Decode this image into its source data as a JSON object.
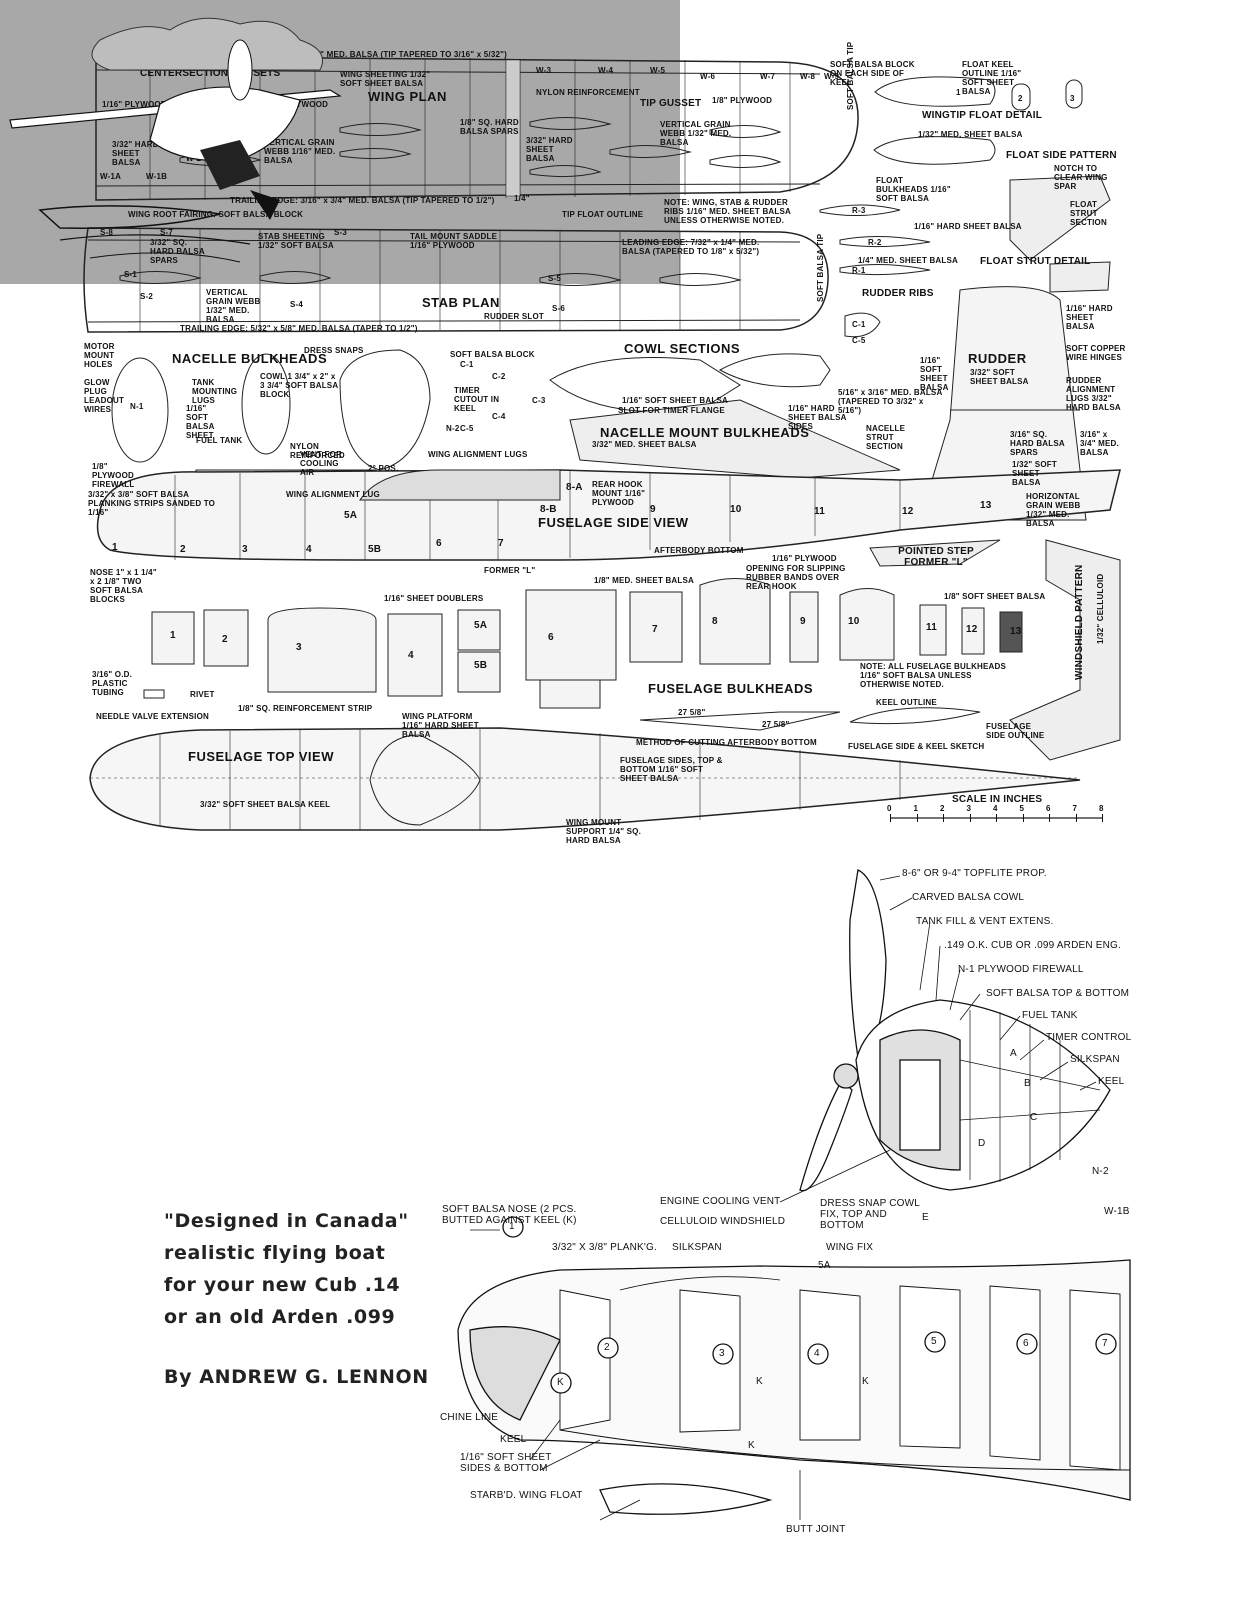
{
  "plan": {
    "wing": {
      "title": "WING PLAN",
      "leading_edge": "LEADING EDGE: 5/16\" x 1/4\" MED. BALSA (TIP TAPERED TO 3/16\" x 5/32\")",
      "trailing_edge": "TRAILING EDGE: 3/16\" x 3/4\" MED. BALSA (TIP TAPERED TO 1/2\")",
      "centersection_gussets": "CENTERSECTION GUSSETS",
      "wing_sheeting": "WING SHEETING 1/32\" SOFT SHEET BALSA",
      "plywood_1": "1/16\" PLYWOOD",
      "plywood_2": "1/8\" PLYWOOD",
      "plywood_3": "1/8\" PLYWOOD",
      "nylon": "NYLON REINFORCEMENT",
      "tip_gusset": "TIP GUSSET",
      "hard_sheet": "3/32\" HARD SHEET BALSA",
      "vert_grain": "VERTICAL GRAIN WEBB 1/16\" MED. BALSA",
      "spars": "1/8\" SQ. HARD BALSA SPARS",
      "hard_sheet_2": "3/32\" HARD SHEET BALSA",
      "vert_grain_2": "VERTICAL GRAIN WEBB 1/32\" MED. BALSA",
      "root_fairing": "WING ROOT FAIRING: SOFT BALSA BLOCK",
      "tip_float_outline": "TIP FLOAT OUTLINE",
      "note": "NOTE: WING, STAB & RUDDER RIBS 1/16\" MED. SHEET BALSA UNLESS OTHERWISE NOTED.",
      "wing_tip": "SOFT BALSA TIP",
      "ribs": [
        "W-1A & B",
        "W-2",
        "W-3",
        "W-4",
        "W-5",
        "W-6",
        "W-7",
        "W-8",
        "W-9",
        "W-1B",
        "W-1A"
      ],
      "quarter": "1/4\""
    },
    "stab": {
      "title": "STAB PLAN",
      "leading_edge": "LEADING EDGE: 7/32\" x 1/4\" MED. BALSA (TAPERED TO 1/8\" x 5/32\")",
      "trailing_edge": "TRAILING EDGE: 5/32\" x 5/8\" MED. BALSA (TAPER TO 1/2\")",
      "sheeting": "STAB SHEETING 1/32\" SOFT BALSA",
      "saddle": "TAIL MOUNT SADDLE 1/16\" PLYWOOD",
      "spars": "3/32\" SQ. HARD BALSA SPARS",
      "vert_grain": "VERTICAL GRAIN WEBB 1/32\" MED. BALSA",
      "rudder_slot": "RUDDER SLOT",
      "tip": "SOFT BALSA TIP",
      "ribs": [
        "S-1",
        "S-2",
        "S-3",
        "S-4",
        "S-5",
        "S-6",
        "S-7",
        "S-8"
      ]
    },
    "float": {
      "block": "SOFT BALSA BLOCK ON EACH SIDE OF KEEL",
      "keel_outline": "FLOAT KEEL OUTLINE 1/16\" SOFT SHEET BALSA",
      "detail": "WINGTIP FLOAT DETAIL",
      "med_sheet": "1/32\" MED. SHEET BALSA",
      "side_pattern": "FLOAT SIDE PATTERN",
      "bulkheads": "FLOAT BULKHEADS 1/16\" SOFT BALSA",
      "notch": "NOTCH TO CLEAR WING SPAR",
      "strut_section": "FLOAT STRUT SECTION",
      "hard_sheet": "1/16\" HARD SHEET BALSA",
      "med_sheet_2": "1/4\" MED. SHEET BALSA",
      "strut_detail": "FLOAT STRUT DETAIL",
      "nums": [
        "1",
        "2",
        "3"
      ]
    },
    "rudder": {
      "ribs_title": "RUDDER RIBS",
      "ribs": [
        "R-3",
        "R-2",
        "R-1"
      ],
      "hard_sheet": "1/16\" HARD SHEET BALSA",
      "title": "RUDDER",
      "sheet": "3/32\" SOFT SHEET BALSA",
      "hinges": "SOFT COPPER WIRE HINGES",
      "lugs": "RUDDER ALIGNMENT LUGS 3/32\" HARD BALSA",
      "spar": "5/16\" x 3/16\" MED. BALSA (TAPERED TO 3/32\" x 5/16\")",
      "spars2": "3/16\" SQ. HARD BALSA SPARS",
      "sheet2": "1/32\" SOFT SHEET BALSA",
      "le": "3/16\" x 3/4\" MED. BALSA",
      "horiz": "HORIZONTAL GRAIN WEBB 1/32\" MED. BALSA",
      "c_labels": [
        "C-1",
        "C-5"
      ],
      "soft_sheet": "1/16\" SOFT SHEET BALSA"
    },
    "nacelle": {
      "title": "NACELLE BULKHEADS",
      "motor_holes": "MOTOR MOUNT HOLES",
      "glow": "GLOW PLUG LEADOUT WIRES",
      "tank_lugs": "TANK MOUNTING LUGS",
      "soft_sheet": "1/16\" SOFT BALSA SHEET",
      "fuel_tank": "FUEL TANK",
      "firewall": "1/8\" PLYWOOD FIREWALL",
      "nylon": "NYLON REINFORCED",
      "dress_snaps": "DRESS SNAPS",
      "cowl": "COWL 1 3/4\" x 2\" x 3 3/4\" SOFT BALSA BLOCK",
      "soft_block": "SOFT BALSA BLOCK",
      "timer": "TIMER CUTOUT IN KEEL",
      "vent": "VENT FOR COOLING AIR",
      "cowl_sections": "COWL SECTIONS",
      "mount_bulkheads": "NACELLE MOUNT BULKHEADS",
      "med_sheet": "3/32\" MED. SHEET BALSA",
      "soft_sheet_2": "1/16\" SOFT SHEET BALSA",
      "timer_slot": "SLOT FOR TIMER FLANGE",
      "hard_sides": "1/16\" HARD SHEET BALSA SIDES",
      "strut": "NACELLE STRUT SECTION",
      "n_labels": [
        "N-1",
        "N-2"
      ],
      "c_labels": [
        "C-1",
        "C-2",
        "C-3",
        "C-4",
        "C-5"
      ]
    },
    "fuselage": {
      "side_title": "FUSELAGE SIDE VIEW",
      "top_title": "FUSELAGE TOP VIEW",
      "bulkheads_title": "FUSELAGE BULKHEADS",
      "planking": "3/32\" x 3/8\" SOFT BALSA PLANKING STRIPS SANDED TO 1/16\"",
      "wing_lugs": "WING ALIGNMENT LUGS",
      "wing_lug": "WING ALIGNMENT LUG",
      "two_deg": "2° POS.",
      "rear_hook": "REAR HOOK MOUNT 1/16\" PLYWOOD",
      "afterbody": "AFTERBODY BOTTOM",
      "former": "FORMER \"L\"",
      "nose": "NOSE 1\" x 1 1/4\" x 2 1/8\" TWO SOFT BALSA BLOCKS",
      "doublers": "1/16\" SHEET DOUBLERS",
      "plywood": "1/16\" PLYWOOD",
      "opening": "OPENING FOR SLIPPING RUBBER BANDS OVER REAR HOOK",
      "med_sheet": "1/8\" MED. SHEET BALSA",
      "soft_sheet": "1/8\" SOFT SHEET BALSA",
      "pointed_step": "POINTED STEP FORMER \"L\"",
      "windshield": "WINDSHIELD PATTERN",
      "celluloid": "1/32\" CELLULOID",
      "note": "NOTE: ALL FUSELAGE BULKHEADS 1/16\" SOFT BALSA UNLESS OTHERWISE NOTED.",
      "tubing": "3/16\" O.D. PLASTIC TUBING",
      "rivet": "RIVET",
      "needle": "NEEDLE VALVE EXTENSION",
      "reinf_strip": "1/8\" SQ. REINFORCEMENT STRIP",
      "platform": "WING PLATFORM 1/16\" HARD SHEET BALSA",
      "keel": "3/32\" SOFT SHEET BALSA KEEL",
      "sides": "FUSELAGE SIDES, TOP & BOTTOM 1/16\" SOFT SHEET BALSA",
      "mount_support": "WING MOUNT SUPPORT 1/4\" SQ. HARD BALSA",
      "cutting": "METHOD OF CUTTING AFTERBODY BOTTOM",
      "dim_a": "27 5/8\"",
      "dim_b": "27 5/8\"",
      "keel_outline": "KEEL OUTLINE",
      "side_outline": "FUSELAGE SIDE OUTLINE",
      "sketch": "FUSELAGE SIDE & KEEL SKETCH",
      "side_numbers": [
        "1",
        "2",
        "3",
        "4",
        "5A",
        "5B",
        "6",
        "7",
        "8-A",
        "8-B",
        "9",
        "10",
        "11",
        "12",
        "13"
      ],
      "bulkhead_numbers": [
        "1",
        "2",
        "3",
        "4",
        "5A",
        "5B",
        "6",
        "7",
        "8",
        "9",
        "10",
        "11",
        "12",
        "13"
      ]
    },
    "scale": {
      "title": "SCALE IN INCHES",
      "ticks": [
        "0",
        "1",
        "2",
        "3",
        "4",
        "5",
        "6",
        "7",
        "8"
      ]
    }
  },
  "hero": {
    "title_line1": "SWAN",
    "title_line2": "SONG"
  },
  "byline": {
    "line1": "\"Designed in Canada\"",
    "line2": "realistic flying boat",
    "line3": "for your new Cub .14",
    "line4": "or an old Arden .099",
    "author": "By ANDREW G. LENNON"
  },
  "cutaway": {
    "labels": [
      "8-6\" OR 9-4\" TOPFLITE PROP.",
      "CARVED BALSA COWL",
      "TANK FILL & VENT EXTENS.",
      ".149 O.K. CUB OR .099 ARDEN ENG.",
      "N-1 PLYWOOD FIREWALL",
      "SOFT BALSA TOP & BOTTOM",
      "FUEL TANK",
      "TIMER CONTROL",
      "SILKSPAN",
      "KEEL",
      "ENGINE COOLING VENT",
      "DRESS SNAP COWL FIX, TOP AND BOTTOM",
      "CELLULOID WINDSHIELD",
      "WING FIX",
      "SOFT BALSA NOSE (2 PCS. BUTTED AGAINST KEEL (K)",
      "3/32\" X 3/8\" PLANK'G.",
      "SILKSPAN",
      "CHINE LINE",
      "KEEL",
      "1/16\" SOFT SHEET SIDES & BOTTOM",
      "STARB'D. WING FLOAT",
      "BUTT JOINT"
    ],
    "letters": [
      "A",
      "B",
      "C",
      "D",
      "E",
      "N-2",
      "W-1B",
      "5A",
      "K",
      "K",
      "K"
    ],
    "circled": [
      "1",
      "2",
      "3",
      "4",
      "5",
      "6",
      "7",
      "K"
    ]
  }
}
